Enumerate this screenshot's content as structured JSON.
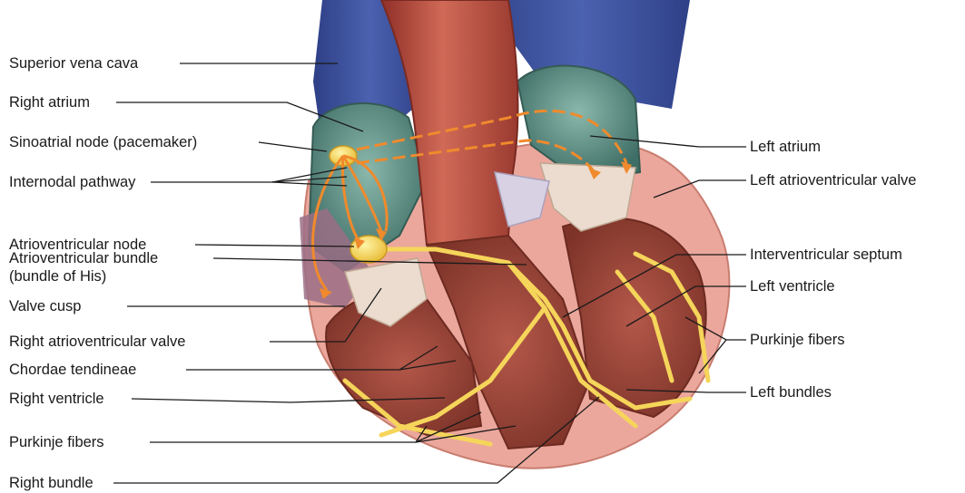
{
  "labels_left": {
    "superior_vena_cava": "Superior vena cava",
    "right_atrium": "Right atrium",
    "sinoatrial_node": "Sinoatrial node (pacemaker)",
    "internodal_pathway": "Internodal pathway",
    "atrioventricular_node": "Atrioventricular node",
    "av_bundle_line1": "Atrioventricular bundle",
    "av_bundle_line2": "(bundle of His)",
    "valve_cusp": "Valve cusp",
    "right_av_valve": "Right atrioventricular valve",
    "chordae_tendineae": "Chordae tendineae",
    "right_ventricle": "Right ventricle",
    "purkinje_fibers": "Purkinje fibers",
    "right_bundle": "Right bundle"
  },
  "labels_right": {
    "left_atrium": "Left atrium",
    "left_av_valve": "Left atrioventricular valve",
    "interventricular_septum": "Interventricular septum",
    "left_ventricle": "Left ventricle",
    "purkinje_fibers": "Purkinje fibers",
    "left_bundles": "Left bundles"
  },
  "colors": {
    "vena_cava": "#3a4f9c",
    "aorta": "#b8473b",
    "atrium": "#5f8f86",
    "myocardium": "#9c4a3c",
    "epicardium": "#f0b7ae",
    "conduction": "#f5d55a",
    "impulse_arrow": "#f08a2c",
    "valve": "#e9ddd0"
  }
}
